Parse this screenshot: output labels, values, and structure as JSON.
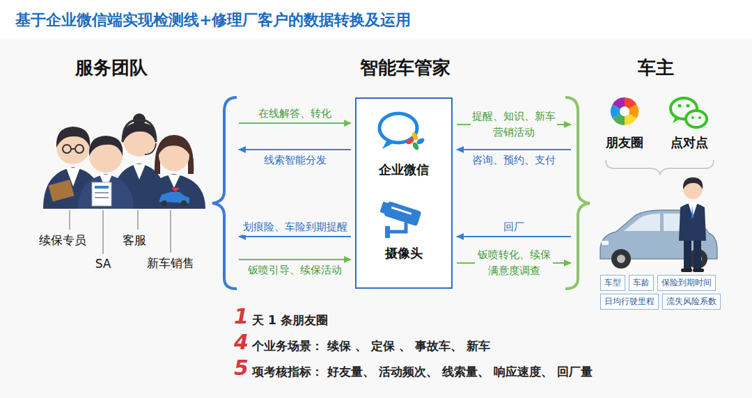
{
  "diagram": {
    "title": "基于企业微信端实现检测线+修理厂客户的数据转换及运用",
    "nodes": [
      {
        "text": [
          "服务团队"
        ]
      },
      {
        "text": [
          "智能车管家"
        ]
      },
      {
        "text": [
          "企业微信"
        ],
        "in": 1
      },
      {
        "text": [
          "摄像头"
        ],
        "in": 1
      },
      {
        "text": [
          "车主"
        ]
      },
      {
        "text": [
          "车型"
        ],
        "in": 4
      },
      {
        "text": [
          "车龄"
        ],
        "in": 4
      },
      {
        "text": [
          "保险到期时间"
        ],
        "in": 4
      },
      {
        "text": [
          "日均行驶里程"
        ],
        "in": 4
      },
      {
        "text": [
          "流失风险系数"
        ],
        "in": 4
      }
    ],
    "edges": [
      {
        "from": 0,
        "to": 2,
        "arrow": "to",
        "label": "在线解答、转化"
      },
      {
        "from": 2,
        "to": 0,
        "arrow": "to",
        "label": "线索智能分发"
      },
      {
        "from": 3,
        "to": 0,
        "arrow": "to",
        "label": "划痕险、车险到期提醒"
      },
      {
        "from": 0,
        "to": 3,
        "arrow": "to",
        "label": "钣喷引导、续保活动"
      },
      {
        "from": 2,
        "to": 4,
        "arrow": "to",
        "label": "提醒、知识、新车 营销活动"
      },
      {
        "from": 4,
        "to": 2,
        "arrow": "to",
        "label": "咨询、预约、支付"
      },
      {
        "from": 4,
        "to": 3,
        "arrow": "to",
        "label": "回厂"
      },
      {
        "from": 3,
        "to": 4,
        "arrow": "to",
        "label": "钣喷转化、续保 满意度调查"
      }
    ],
    "labels": [
      "续保专员",
      "SA",
      "客服",
      "新车销售",
      "朋友圈",
      "点对点",
      "1",
      "天 1 条朋友圈",
      "4",
      "个业务场景： 续保 、 定保 、 事故车、 新车",
      "5",
      "项考核指标： 好友量、 活动频次、 线索量、 响应速度、 回厂量"
    ]
  }
}
